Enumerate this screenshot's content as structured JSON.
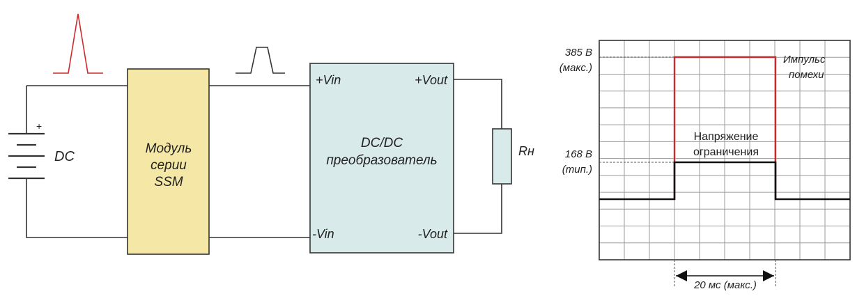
{
  "colors": {
    "ssm_fill": "#f5e7a6",
    "converter_fill": "#d9eaea",
    "resistor_fill": "#d9eaea",
    "surge_red": "#cc2a2a",
    "wire": "#333333"
  },
  "circuit": {
    "battery": {
      "plus_sign": "+",
      "label": "DC"
    },
    "ssm_module": {
      "line1": "Модуль",
      "line2": "серии",
      "line3": "SSM"
    },
    "converter": {
      "title_line1": "DC/DC",
      "title_line2": "преобразователь",
      "pin_vin_plus": "+Vin",
      "pin_vin_minus": "-Vin",
      "pin_vout_plus": "+Vout",
      "pin_vout_minus": "-Vout"
    },
    "load": {
      "label": "Rн"
    },
    "icons": [
      "surge-spike-icon",
      "clamped-pulse-icon"
    ]
  },
  "graph": {
    "surge_value_label": "385 В",
    "surge_value_note": "(макс.)",
    "clamp_value_label": "168 В",
    "clamp_value_note": "(тип.)",
    "surge_curve_label_line1": "Импульс",
    "surge_curve_label_line2": "помехи",
    "clamp_curve_label_line1": "Напряжение",
    "clamp_curve_label_line2": "ограничения",
    "duration_label": "20 мс (макс.)",
    "levels": {
      "surge_v": 385,
      "clamp_v": 168
    },
    "duration_ms": 20
  }
}
